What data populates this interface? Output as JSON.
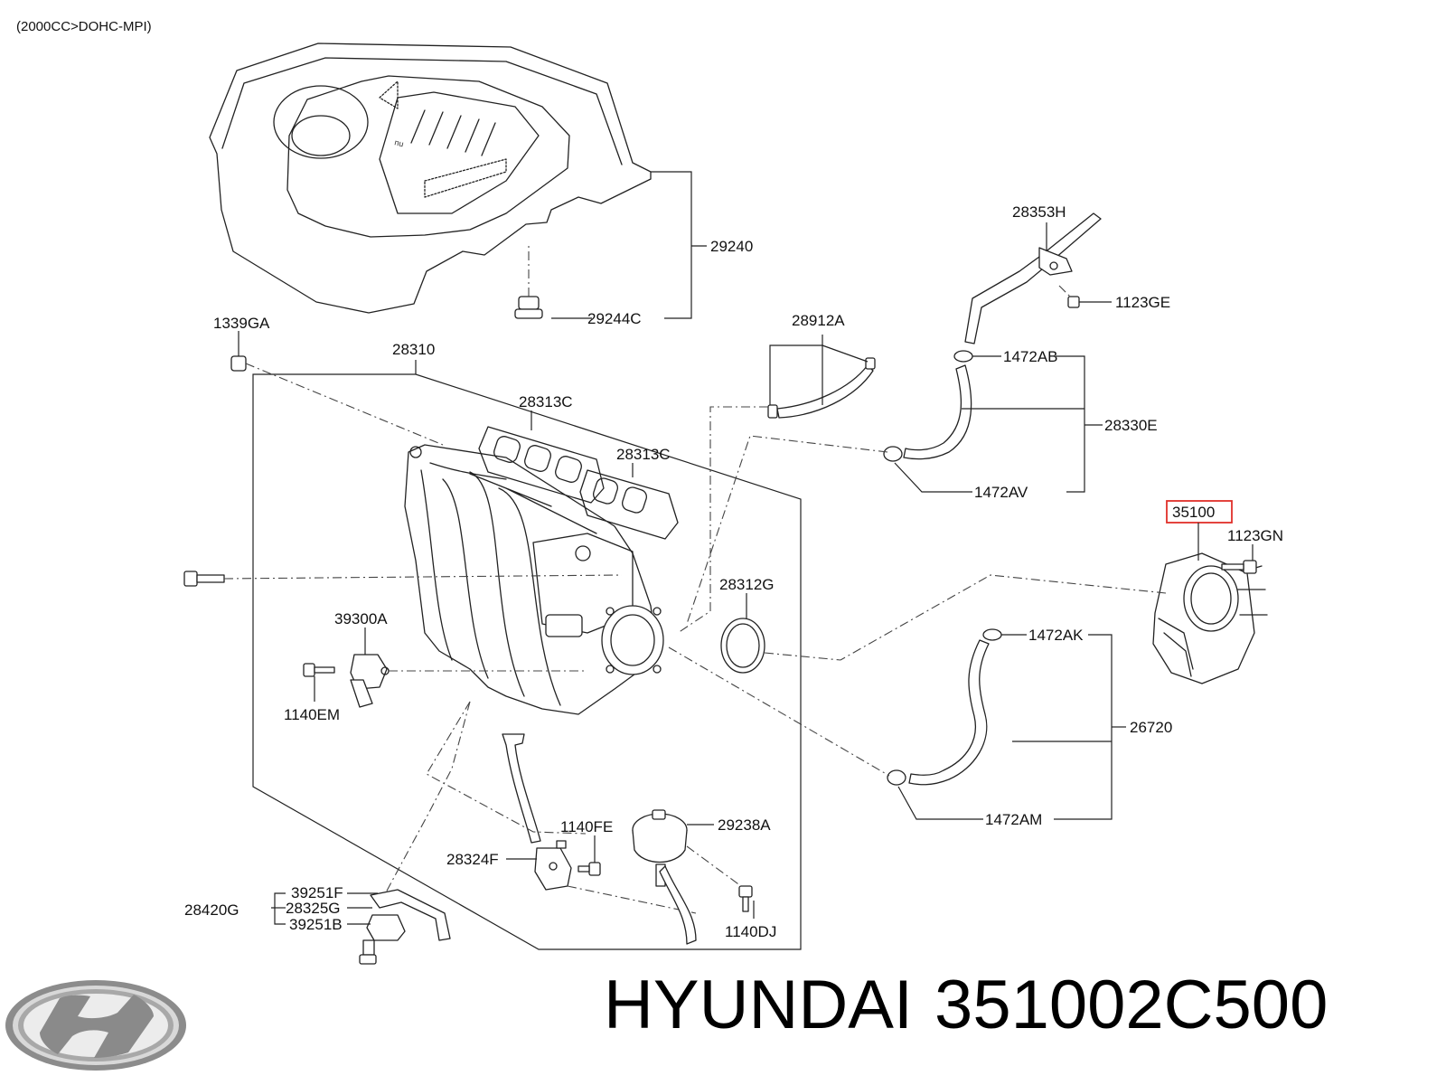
{
  "header": {
    "engine_spec": "(2000CC>DOHC-MPI)"
  },
  "callouts": {
    "c29240": "29240",
    "c29244C": "29244C",
    "c1339GA": "1339GA",
    "c28310": "28310",
    "c28912A": "28912A",
    "c28353H": "28353H",
    "c1123GE": "1123GE",
    "c1472AB": "1472AB",
    "c28330E": "28330E",
    "c1472AV": "1472AV",
    "c28313C_a": "28313C",
    "c28313C_b": "28313C",
    "c35100": "35100",
    "c1123GN": "1123GN",
    "c28312G": "28312G",
    "c39300A": "39300A",
    "c1140EM": "1140EM",
    "c1472AK": "1472AK",
    "c26720": "26720",
    "c1472AM": "1472AM",
    "c1140FE": "1140FE",
    "c29238A": "29238A",
    "c28324F": "28324F",
    "c39251F": "39251F",
    "c28325G": "28325G",
    "c28420G": "28420G",
    "c39251B": "39251B",
    "c1140DJ": "1140DJ"
  },
  "highlighted_part": "35100",
  "footer": {
    "brand": "HYUNDAI",
    "part_number": "351002C500"
  },
  "logo": {
    "icon": "hyundai-logo-icon"
  }
}
